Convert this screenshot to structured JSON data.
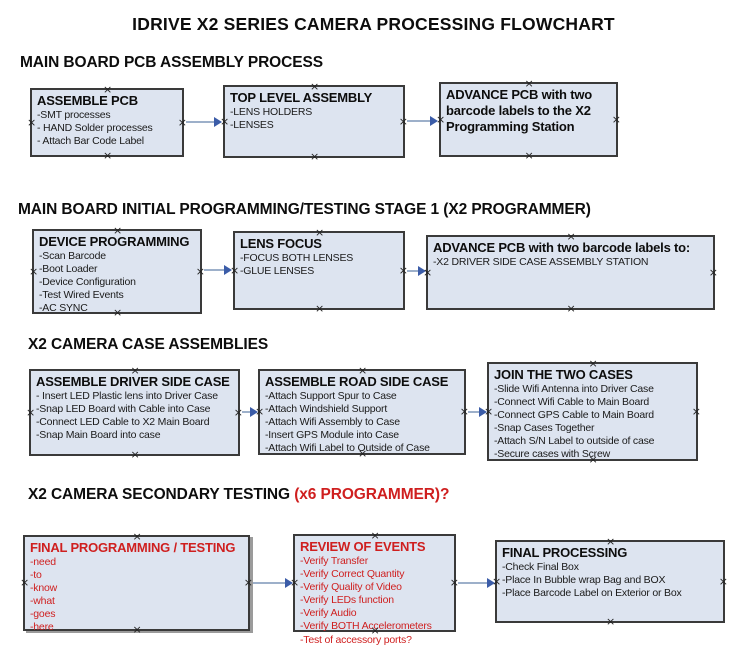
{
  "title": "IDRIVE X2  SERIES CAMERA PROCESSING FLOWCHART",
  "colors": {
    "box_fill": "#dde4f0",
    "box_border": "#3a3a3a",
    "arrow_line": "#9db0ca",
    "arrow_head": "#3b5ca8",
    "red_text": "#cf1f1f",
    "black_text": "#111111"
  },
  "sections": [
    {
      "heading": "MAIN BOARD PCB ASSEMBLY PROCESS",
      "boxes": [
        {
          "title": "ASSEMBLE PCB",
          "items": [
            "-SMT processes",
            "- HAND Solder processes",
            "- Attach Bar Code Label"
          ]
        },
        {
          "title": "TOP LEVEL ASSEMBLY",
          "items": [
            "-LENS HOLDERS",
            "-LENSES"
          ]
        },
        {
          "title": "ADVANCE PCB with two barcode labels to the X2 Programming Station",
          "items": []
        }
      ]
    },
    {
      "heading": "MAIN BOARD INITIAL PROGRAMMING/TESTING STAGE 1 (X2 PROGRAMMER)",
      "boxes": [
        {
          "title": "DEVICE PROGRAMMING",
          "items": [
            "-Scan Barcode",
            "-Boot Loader",
            "-Device Configuration",
            "-Test Wired Events",
            "-AC SYNC"
          ]
        },
        {
          "title": "LENS FOCUS",
          "items": [
            "-FOCUS BOTH LENSES",
            "-GLUE LENSES"
          ]
        },
        {
          "title": "ADVANCE PCB with two barcode labels to:",
          "items": [
            "-X2 DRIVER  SIDE  CASE  ASSEMBLY STATION"
          ]
        }
      ]
    },
    {
      "heading": "X2 CAMERA CASE ASSEMBLIES",
      "boxes": [
        {
          "title": "ASSEMBLE DRIVER SIDE CASE",
          "items": [
            "- Insert LED Plastic lens into Driver Case",
            "-Snap LED Board with Cable into Case",
            "-Connect LED Cable to X2 Main Board",
            "-Snap Main Board into case"
          ]
        },
        {
          "title": "ASSEMBLE ROAD SIDE CASE",
          "items": [
            "-Attach Support Spur to Case",
            "-Attach Windshield Support",
            "-Attach Wifi Assembly to Case",
            "-Insert GPS Module into Case",
            "-Attach Wifi Label to Outside of Case"
          ]
        },
        {
          "title": "JOIN THE TWO CASES",
          "items": [
            "-Slide Wifi Antenna into Driver Case",
            "-Connect Wifi Cable to Main Board",
            "-Connect GPS Cable to Main Board",
            "-Snap Cases Together",
            "-Attach S/N Label to outside of case",
            "-Secure cases with Screw"
          ]
        }
      ]
    },
    {
      "heading": "X2 CAMERA SECONDARY TESTING ",
      "heading_suffix": " (x6 PROGRAMMER)?",
      "boxes": [
        {
          "title": "FINAL PROGRAMMING / TESTING",
          "items": [
            "-need",
            "-to",
            "-know",
            "-what",
            "-goes",
            "-here"
          ]
        },
        {
          "title": "REVIEW OF EVENTS",
          "items": [
            "-Verify Transfer",
            "-Verify Correct Quantity",
            "-Verify Quality of Video",
            "-Verify LEDs function",
            "-Verify Audio",
            "-Verify BOTH Accelerometers",
            "-Test of accessory ports?"
          ]
        },
        {
          "title": "FINAL PROCESSING",
          "items": [
            "-Check Final Box",
            "-Place In Bubble wrap Bag and BOX",
            "-Place Barcode Label on Exterior or Box"
          ]
        }
      ]
    }
  ]
}
